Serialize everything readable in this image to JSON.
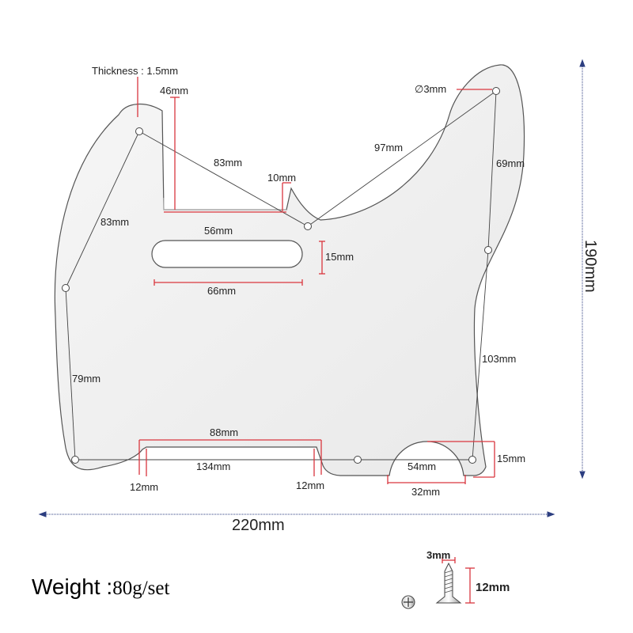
{
  "labels": {
    "thickness": "Thickness : 1.5mm",
    "width_top": "46mm",
    "diag_left": "83mm",
    "side_left": "83mm",
    "notch": "10mm",
    "neck_pocket_width": "56mm",
    "diag_right": "97mm",
    "hole_dia": "∅3mm",
    "side_right_top": "69mm",
    "slot_height": "15mm",
    "slot_width": "66mm",
    "side_left_low": "79mm",
    "side_right_low": "103mm",
    "bridge_opening": "88mm",
    "bottom_span": "134mm",
    "tab_left": "12mm",
    "tab_right": "12mm",
    "jack_cut_width": "54mm",
    "jack_cut_height": "15mm",
    "jack_cut_base": "32mm",
    "overall_height": "190mm",
    "overall_width": "220mm",
    "screw_head": "3mm",
    "screw_length": "12mm"
  },
  "weight": {
    "label": "Weight :",
    "value": "80g/set"
  },
  "colors": {
    "pickguard_fill": "#f2f2f2",
    "outline": "#555555",
    "dimension_red": "#d9363e",
    "overall_blue": "#2c3e80",
    "text": "#222222"
  },
  "icons": {
    "screw": "screw-icon",
    "screw_head": "phillips-screw-head-icon"
  }
}
